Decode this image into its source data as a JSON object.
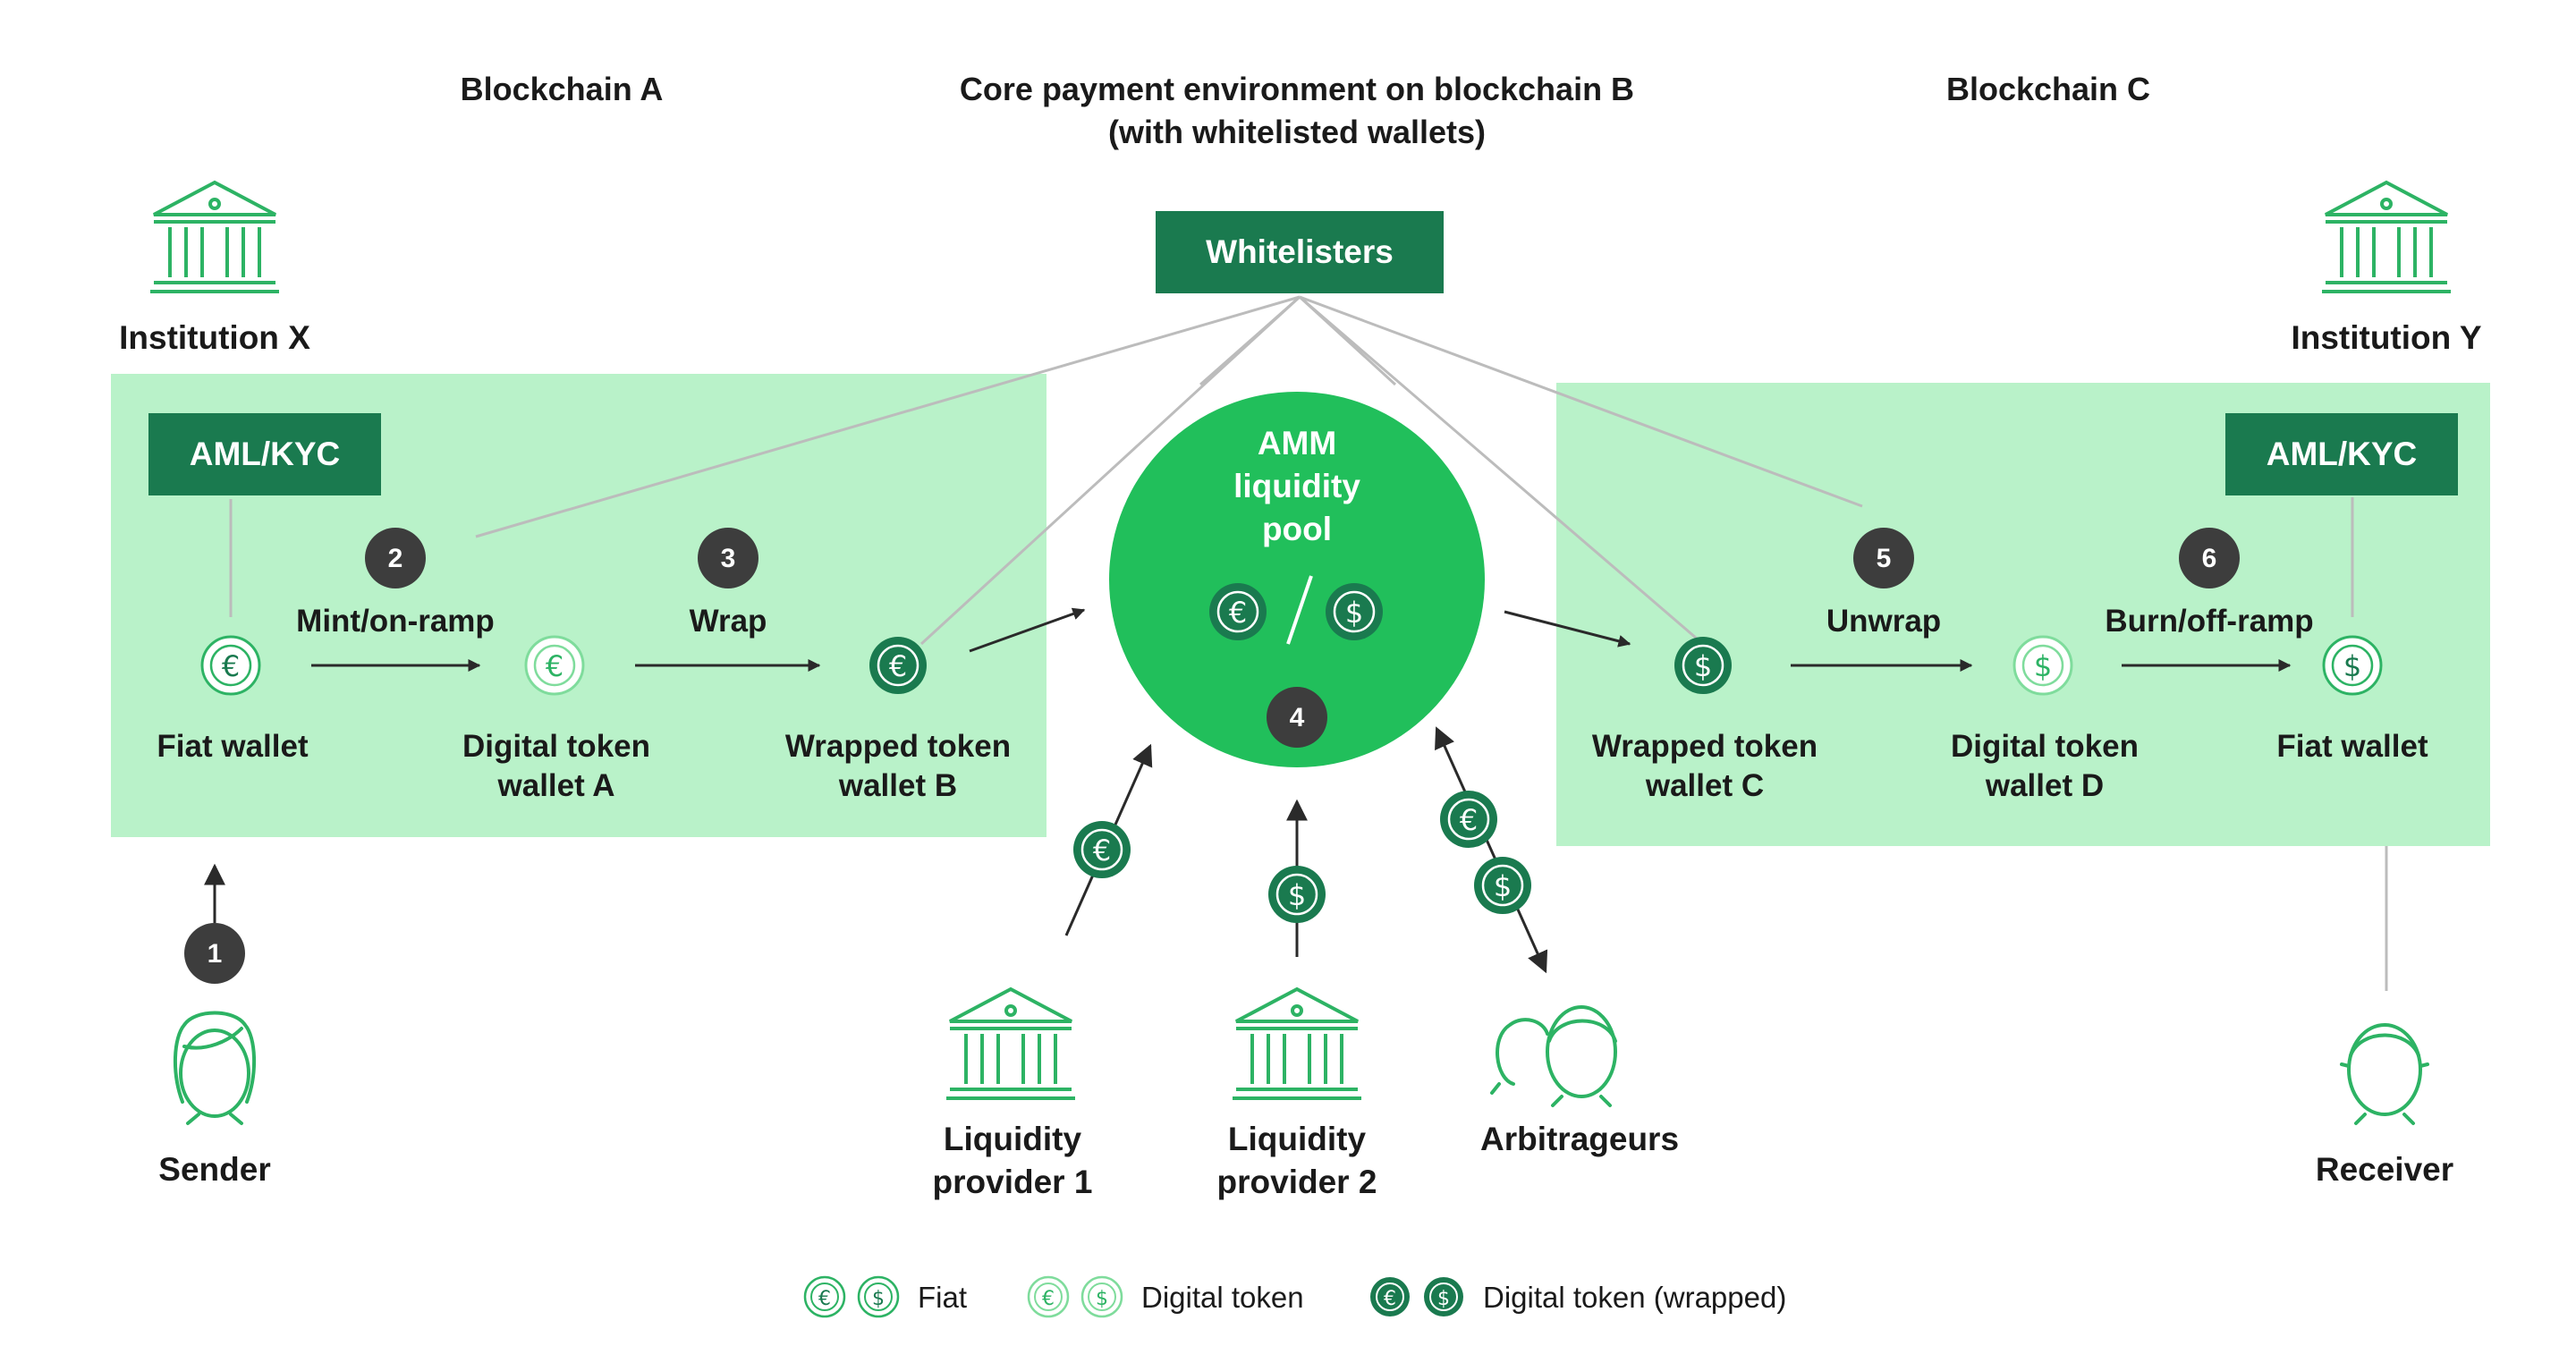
{
  "headers": {
    "blockchain_a": "Blockchain A",
    "core_line1": "Core payment environment on blockchain B",
    "core_line2": "(with whitelisted wallets)",
    "blockchain_c": "Blockchain C"
  },
  "whitelisters": "Whitelisters",
  "institutions": {
    "x": "Institution X",
    "y": "Institution Y"
  },
  "aml_kyc": "AML/KYC",
  "pool": {
    "line1": "AMM",
    "line2": "liquidity",
    "line3": "pool"
  },
  "steps": {
    "s1": "1",
    "s2": "2",
    "s3": "3",
    "s4": "4",
    "s5": "5",
    "s6": "6",
    "mint": "Mint/on-ramp",
    "wrap": "Wrap",
    "unwrap": "Unwrap",
    "burn": "Burn/off-ramp"
  },
  "wallets": {
    "fiat_a": "Fiat wallet",
    "digital_a_1": "Digital token",
    "digital_a_2": "wallet A",
    "wrapped_b_1": "Wrapped token",
    "wrapped_b_2": "wallet B",
    "wrapped_c_1": "Wrapped token",
    "wrapped_c_2": "wallet C",
    "digital_d_1": "Digital token",
    "digital_d_2": "wallet D",
    "fiat_c": "Fiat wallet"
  },
  "actors": {
    "sender": "Sender",
    "receiver": "Receiver",
    "lp1_1": "Liquidity",
    "lp1_2": "provider 1",
    "lp2_1": "Liquidity",
    "lp2_2": "provider 2",
    "arbitrageurs": "Arbitrageurs"
  },
  "legend": {
    "fiat": "Fiat",
    "digital": "Digital token",
    "wrapped": "Digital token (wrapped)"
  },
  "colors": {
    "zone_fill": "#b9f2c9",
    "dark_green": "#1a7a4f",
    "pool_green": "#21bf5b",
    "icon_green": "#2db364",
    "badge_gray": "#3d3d3d",
    "line_gray": "#bcbcbc"
  }
}
